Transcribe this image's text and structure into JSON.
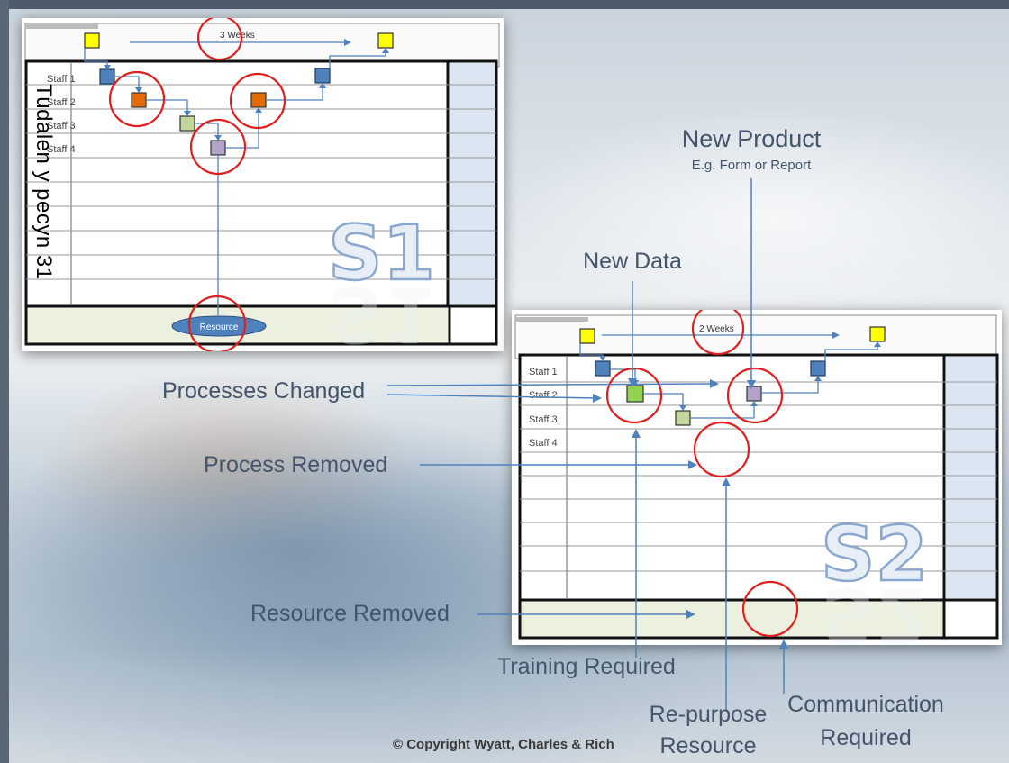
{
  "side_caption": "Tudalen y pecyn 31",
  "copyright": "© Copyright Wyatt, Charles & Rich",
  "s1": {
    "duration": "3 Weeks",
    "staff": [
      "Staff 1",
      "Staff 2",
      "Staff 3",
      "Staff 4"
    ],
    "resource": "Resource",
    "tag": "S1"
  },
  "s2": {
    "duration": "2 Weeks",
    "staff": [
      "Staff 1",
      "Staff 2",
      "Staff 3",
      "Staff 4"
    ],
    "tag": "S2"
  },
  "callouts": {
    "new_product": "New Product",
    "new_product_sub": "E.g. Form or Report",
    "new_data": "New Data",
    "processes_changed": "Processes Changed",
    "process_removed": "Process Removed",
    "resource_removed": "Resource Removed",
    "training_required": "Training Required",
    "repurpose_1": "Re-purpose",
    "repurpose_2": "Resource",
    "communication_1": "Communication",
    "communication_2": "Required"
  },
  "colors": {
    "yellow": "#ffff00",
    "blue": "#4f81bd",
    "orange": "#e36c09",
    "green_light": "#c3d69b",
    "green_bright": "#92d050",
    "purple": "#b3a2c7",
    "circle": "#e02020",
    "arrow": "#4f81bd",
    "side_col": "#dce6f2",
    "resource_row": "#ebf1de"
  }
}
